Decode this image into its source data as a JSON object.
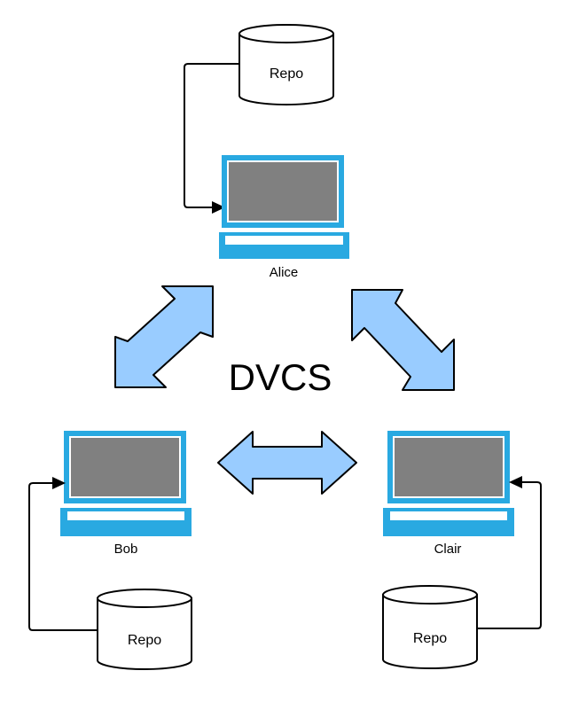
{
  "title": "DVCS",
  "colors": {
    "laptop": "#29a9e1",
    "screen": "#808080",
    "screen_border": "#ffffff",
    "sync_arrow": "#99ccff",
    "line": "#000000"
  },
  "nodes": {
    "alice": {
      "label": "Alice",
      "repo_label": "Repo",
      "icon": "laptop-icon"
    },
    "bob": {
      "label": "Bob",
      "repo_label": "Repo",
      "icon": "laptop-icon"
    },
    "clair": {
      "label": "Clair",
      "repo_label": "Repo",
      "icon": "laptop-icon"
    }
  },
  "edges": [
    {
      "from": "alice-repo",
      "to": "alice",
      "type": "connector"
    },
    {
      "from": "bob-repo",
      "to": "bob",
      "type": "connector"
    },
    {
      "from": "clair-repo",
      "to": "clair",
      "type": "connector"
    },
    {
      "between": [
        "alice",
        "bob"
      ],
      "type": "bidirectional-arrow"
    },
    {
      "between": [
        "alice",
        "clair"
      ],
      "type": "bidirectional-arrow"
    },
    {
      "between": [
        "bob",
        "clair"
      ],
      "type": "bidirectional-arrow"
    }
  ]
}
